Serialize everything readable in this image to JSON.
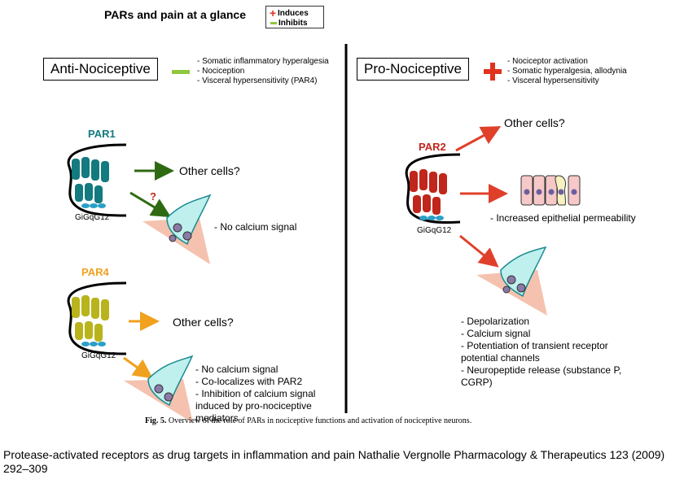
{
  "header": {
    "title": "PARs and pain at a glance"
  },
  "legend": {
    "induces": "Induces",
    "inhibits": "Inhibits"
  },
  "anti": {
    "label": "Anti-Nociceptive",
    "effects": [
      "- Somatic inflammatory hyperalgesia",
      "- Nociception",
      "- Visceral hypersensitivity (PAR4)"
    ]
  },
  "pro": {
    "label": "Pro-Nociceptive",
    "effects": [
      "- Nociceptor activation",
      "- Somatic hyperalgesia, allodynia",
      "- Visceral hypersensitivity"
    ]
  },
  "par1": {
    "label": "PAR1",
    "g_proteins": "GiGqG12",
    "other_cells": "Other cells?",
    "question": "?",
    "neuron_note": "- No calcium signal"
  },
  "par4": {
    "label": "PAR4",
    "g_proteins": "GiGqG12",
    "other_cells": "Other cells?",
    "neuron_notes": [
      "- No calcium signal",
      "- Co-localizes with PAR2",
      "- Inhibition of calcium signal",
      "induced by pro-nociceptive",
      "mediators"
    ]
  },
  "par2": {
    "label": "PAR2",
    "g_proteins": "GiGqG12",
    "other_cells": "Other cells?",
    "epithelial_note": "- Increased epithelial permeability",
    "neuron_notes": [
      "- Depolarization",
      "- Calcium signal",
      "- Potentiation of transient receptor",
      "potential channels",
      "- Neuropeptide release (substance P,",
      "CGRP)"
    ]
  },
  "caption": {
    "label": "Fig. 5.",
    "text": "Overview of the role of PARs in nociceptive functions and activation of nociceptive neurons."
  },
  "citation": "Protease-activated receptors as drug targets in inflammation and pain Nathalie Vergnolle Pharmacology & Therapeutics 123 (2009) 292–309",
  "colors": {
    "par1": "#137a80",
    "par4": "#b9b41c",
    "par2": "#c0261b",
    "induce_arrow": "#e0402a",
    "par1_arrow": "#2f6a12",
    "par4_arrow": "#f0a11e",
    "inhibit": "#8fc73e"
  }
}
